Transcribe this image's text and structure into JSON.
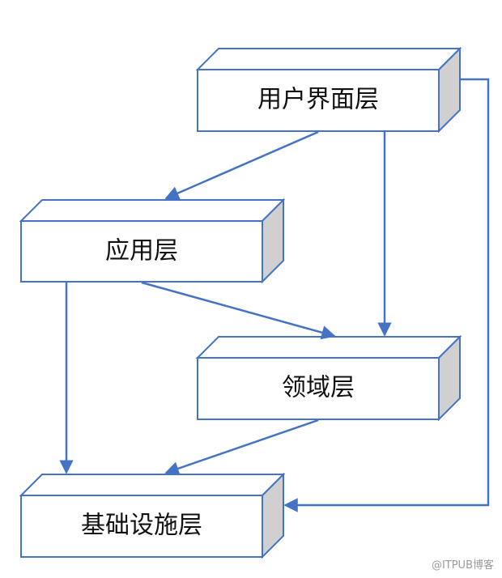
{
  "layers": {
    "ui": "用户界面层",
    "app": "应用层",
    "domain": "领域层",
    "infra": "基础设施层"
  },
  "colors": {
    "stroke": "#4472C4",
    "box_face": "#FFFFFF",
    "box_side": "#D0D0D0",
    "arrow": "#4472C4"
  },
  "watermark": "@ITPUB博客"
}
